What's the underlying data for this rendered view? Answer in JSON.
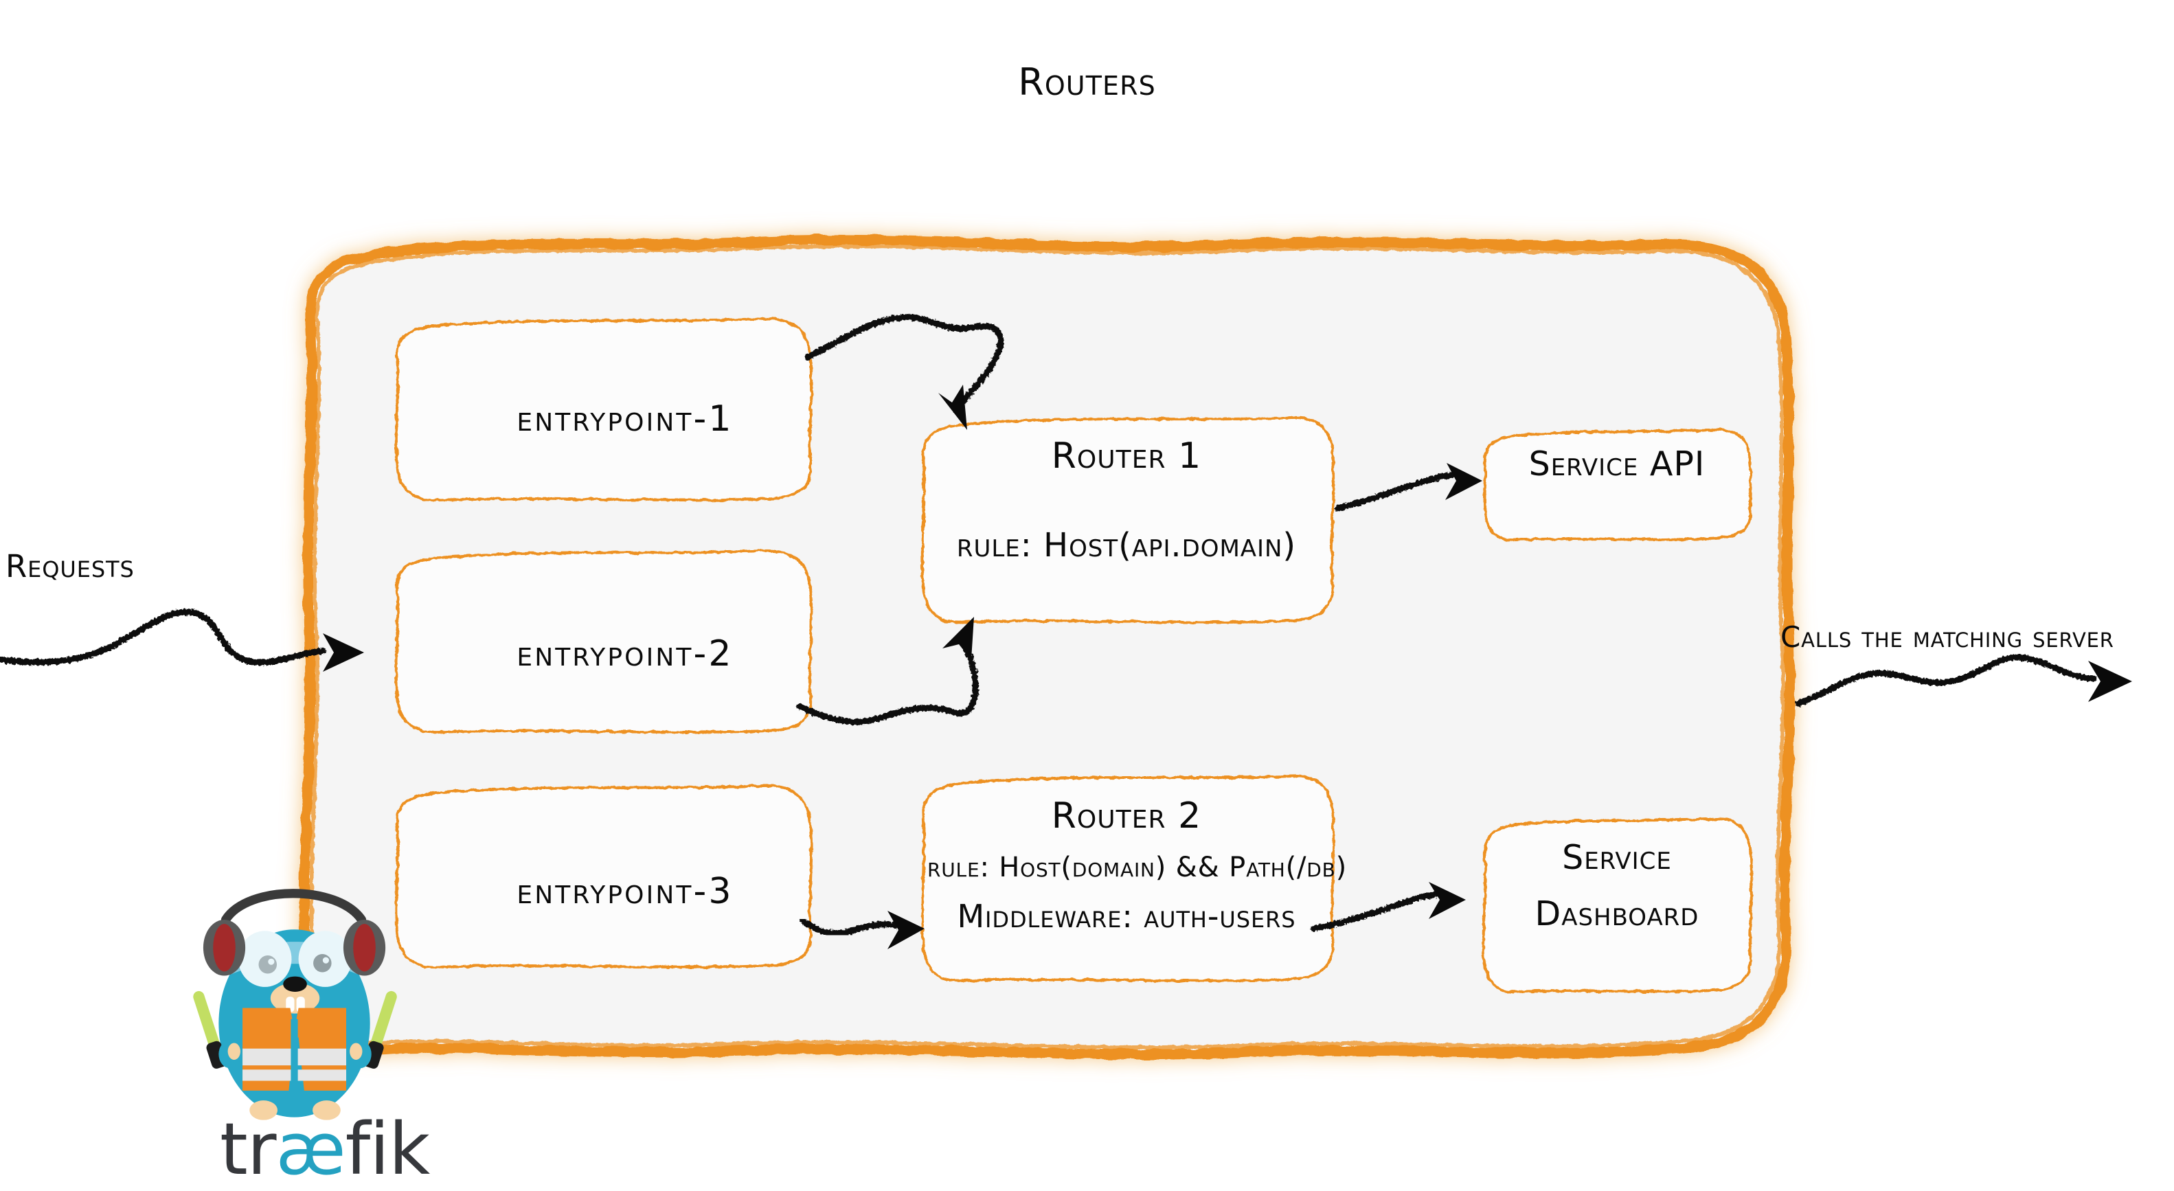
{
  "diagram": {
    "title": "Routers",
    "product": "traefik",
    "colors": {
      "accent_orange": "#ED9121",
      "panel_fill": "#f5f5f5",
      "ink": "#0a0a0a",
      "traefik_cyan": "#24a1c1",
      "traefik_dark": "#36383c",
      "vest_orange": "#ef8a24",
      "wand_green": "#c2de63"
    }
  },
  "labels": {
    "incoming": "Requests",
    "outgoing": "Calls the matching server"
  },
  "entrypoints": [
    {
      "id": "entrypoint-1",
      "label": "entrypoint-1"
    },
    {
      "id": "entrypoint-2",
      "label": "entrypoint-2"
    },
    {
      "id": "entrypoint-3",
      "label": "entrypoint-3"
    }
  ],
  "routers": [
    {
      "id": "router-1",
      "title": "Router 1",
      "rule": "rule: Host(api.domain)",
      "middleware": null
    },
    {
      "id": "router-2",
      "title": "Router 2",
      "rule": "rule: Host(domain) && Path(/db)",
      "middleware": "Middleware: auth-users"
    }
  ],
  "services": [
    {
      "id": "service-api",
      "lines": [
        "Service API"
      ]
    },
    {
      "id": "service-dashboard",
      "lines": [
        "Service",
        "Dashboard"
      ]
    }
  ],
  "wordmark": {
    "pre": "tr",
    "ae": "æ",
    "post": "fik"
  },
  "connections": [
    {
      "from": "entrypoint-1",
      "to": "router-1"
    },
    {
      "from": "entrypoint-2",
      "to": "router-1"
    },
    {
      "from": "entrypoint-3",
      "to": "router-2"
    },
    {
      "from": "router-1",
      "to": "service-api"
    },
    {
      "from": "router-2",
      "to": "service-dashboard"
    }
  ]
}
